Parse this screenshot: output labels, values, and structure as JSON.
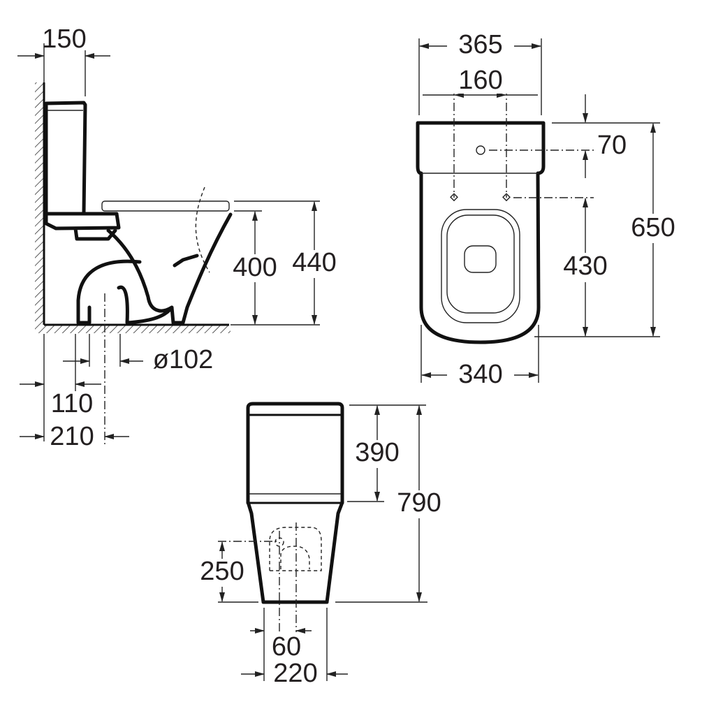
{
  "title": "Close-coupled toilet dimension drawing",
  "side_view": {
    "tank_depth": "150",
    "seat_height": "400",
    "rim_height": "440",
    "outlet_diameter": "ø102",
    "outlet_axis_min": "110",
    "outlet_axis_max": "210"
  },
  "top_view": {
    "overall_width": "365",
    "fixing_spacing": "160",
    "inlet_offset": "70",
    "total_depth": "650",
    "fixing_to_front": "430",
    "bowl_width": "340"
  },
  "front_view": {
    "tank_height": "390",
    "total_height": "790",
    "inlet_height": "250",
    "inlet_offset": "60",
    "base_width": "220"
  },
  "colors": {
    "line": "#111111",
    "text": "#231f20"
  }
}
